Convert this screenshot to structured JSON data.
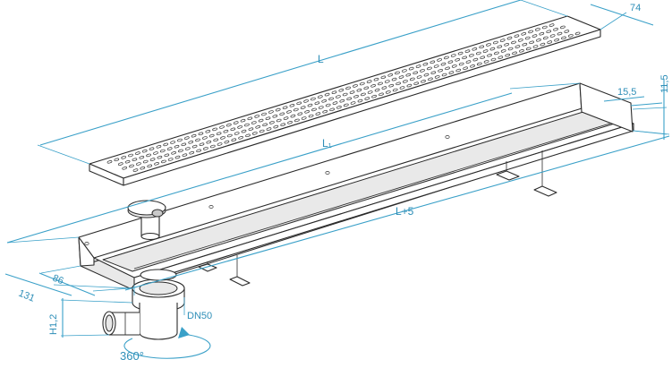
{
  "drawing": {
    "labels": {
      "length": "L",
      "length_inner": "L₁",
      "length_plus": "L+5",
      "width": "74",
      "flange": "15,5",
      "height": "11,5",
      "channel_width": "86",
      "outlet_offset": "131",
      "outlet_height": "H1,2",
      "outlet_size": "DN50",
      "rotation": "360°"
    },
    "colors": {
      "dimension": "#3aa0c8",
      "outline": "#2b2b2b"
    }
  }
}
